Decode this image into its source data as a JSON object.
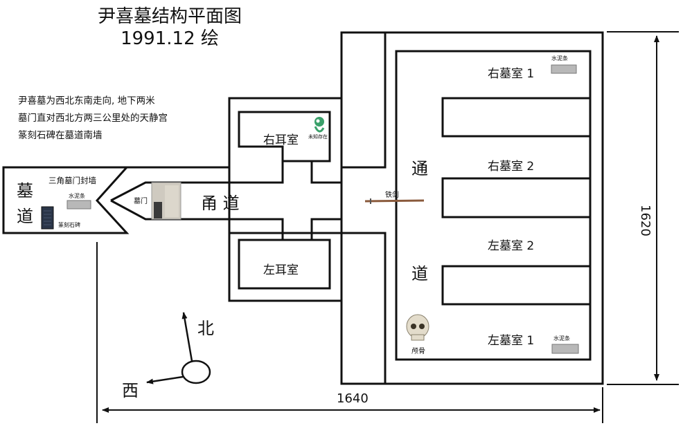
{
  "title": {
    "line1": "尹喜墓结构平面图",
    "line2": "1991.12 绘"
  },
  "notes": [
    "尹喜墓为西北东南走向, 地下两米",
    "墓门直对西北方两三公里处的天静宫",
    "篆刻石碑在墓道南墙"
  ],
  "rooms": {
    "tomb_passage": [
      "墓",
      "道"
    ],
    "corridor": "甬 道",
    "passage": [
      "通",
      "道"
    ],
    "right_ear_room": "右耳室",
    "left_ear_room": "左耳室",
    "right_chamber_1": "右墓室 1",
    "right_chamber_2": "右墓室 2",
    "left_chamber_2": "左墓室 2",
    "left_chamber_1": "左墓室 1"
  },
  "artifacts": {
    "triangle_wall": "三角墓门封墙",
    "cement_bar": "水泥条",
    "stele": "篆刻石碑",
    "tomb_door": "墓门",
    "unknown": "未知存在",
    "sword": "铁剑",
    "skull": "颅骨"
  },
  "dimensions": {
    "width": "1640",
    "height": "1620"
  },
  "compass": {
    "north": "北",
    "west": "西"
  },
  "colors": {
    "ink": "#111111",
    "cement": "#b8b8b8",
    "stele": "#2a3548",
    "door_photo": "#cfcac0",
    "sword": "#8a5a3c"
  }
}
